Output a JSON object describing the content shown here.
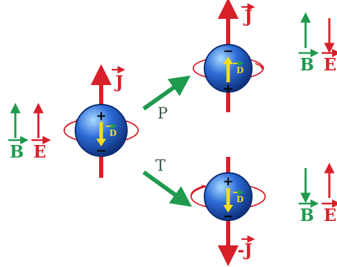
{
  "labels": {
    "J": "J",
    "negJ": "-J",
    "D": "D",
    "B": "B",
    "E": "E",
    "P": "P",
    "T": "T",
    "plus": "+",
    "minus": "−"
  },
  "colors": {
    "red": "#d8202a",
    "green": "#1f9a4f",
    "yellow": "#f6dd1d",
    "sphere_dark": "#0b2d74",
    "sphere_mid": "#2e6cd8",
    "sphere_light": "#9fd0ff"
  }
}
